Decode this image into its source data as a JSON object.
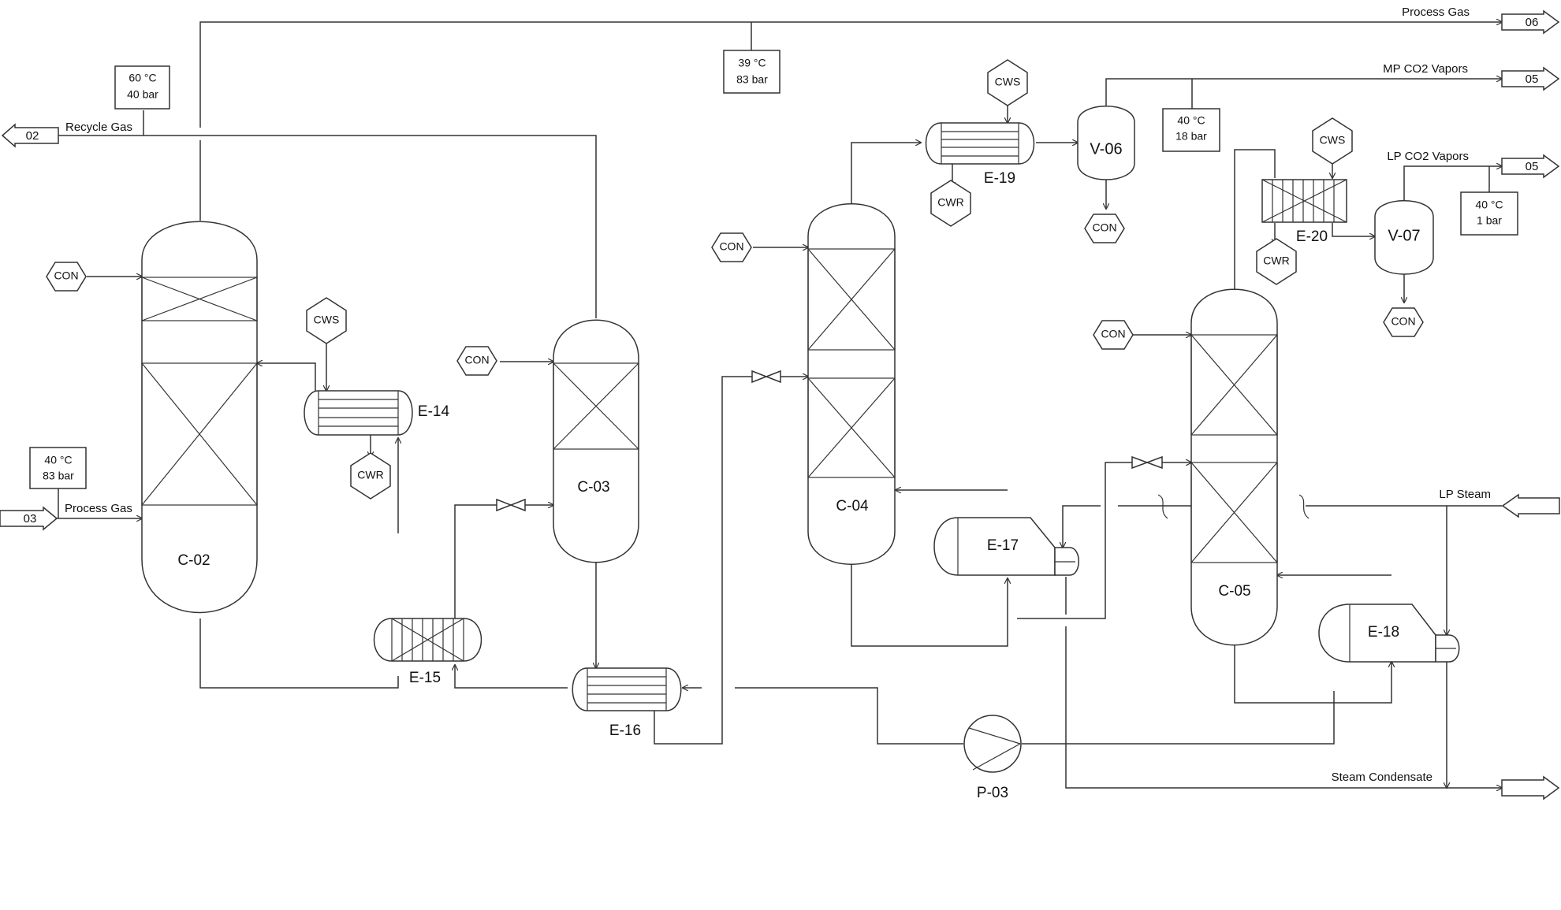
{
  "streams": {
    "s06": {
      "num": "06",
      "name": "Process Gas"
    },
    "s05a": {
      "num": "05",
      "name": "MP CO2 Vapors"
    },
    "s05b": {
      "num": "05",
      "name": "LP CO2 Vapors"
    },
    "s02": {
      "num": "02",
      "name": "Recycle Gas"
    },
    "s03": {
      "num": "03",
      "name": "Process Gas"
    },
    "lp_steam": {
      "name": "LP Steam"
    },
    "condensate": {
      "name": "Steam Condensate"
    }
  },
  "conditions": {
    "c1": {
      "temp": "60 °C",
      "press": "40 bar"
    },
    "c2": {
      "temp": "39 °C",
      "press": "83 bar"
    },
    "c3": {
      "temp": "40 °C",
      "press": "83 bar"
    },
    "c4": {
      "temp": "40 °C",
      "press": "18 bar"
    },
    "c5": {
      "temp": "40 °C",
      "press": "1 bar"
    }
  },
  "equipment": {
    "c02": "C-02",
    "c03": "C-03",
    "c04": "C-04",
    "c05": "C-05",
    "e14": "E-14",
    "e15": "E-15",
    "e16": "E-16",
    "e17": "E-17",
    "e18": "E-18",
    "e19": "E-19",
    "e20": "E-20",
    "v06": "V-06",
    "v07": "V-07",
    "p03": "P-03"
  },
  "utilities": {
    "con": "CON",
    "cws": "CWS",
    "cwr": "CWR"
  }
}
